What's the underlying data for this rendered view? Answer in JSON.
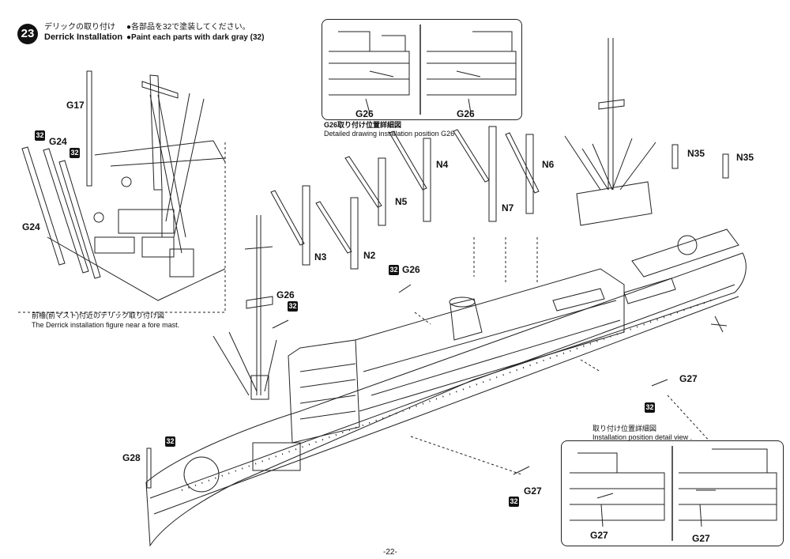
{
  "step": {
    "number": "23",
    "title_jp": "デリックの取り付け",
    "title_en": "Derrick Installation",
    "instruction_jp": "●各部品を32で塗装してください。",
    "instruction_en": "●Paint each parts with dark gray (32)"
  },
  "paint_code": "32",
  "fore_mast_caption": {
    "jp": "前檣(前マスト)付近のデリック取り付け図",
    "en": "The Derrick installation figure near a fore mast."
  },
  "g26_detail_caption": {
    "jp": "G26取り付け位置詳細図",
    "en": "Detailed drawing installation position G26"
  },
  "g27_detail_caption": {
    "jp": "取り付け位置詳細図",
    "en": "Installation position detail view ."
  },
  "part_labels": {
    "g17": "G17",
    "g24a": "G24",
    "g24b": "G24",
    "g26_box_left": "G26",
    "g26_box_right": "G26",
    "g26_mid": "G26",
    "g26_right": "G26",
    "n4": "N4",
    "n5": "N5",
    "n6": "N6",
    "n7": "N7",
    "n35a": "N35",
    "n35b": "N35",
    "n3": "N3",
    "n2": "N2",
    "g27_right": "G27",
    "g27_bottom": "G27",
    "g27_box_left": "G27",
    "g27_box_right": "G27",
    "g28": "G28"
  },
  "page_number": "-22-"
}
